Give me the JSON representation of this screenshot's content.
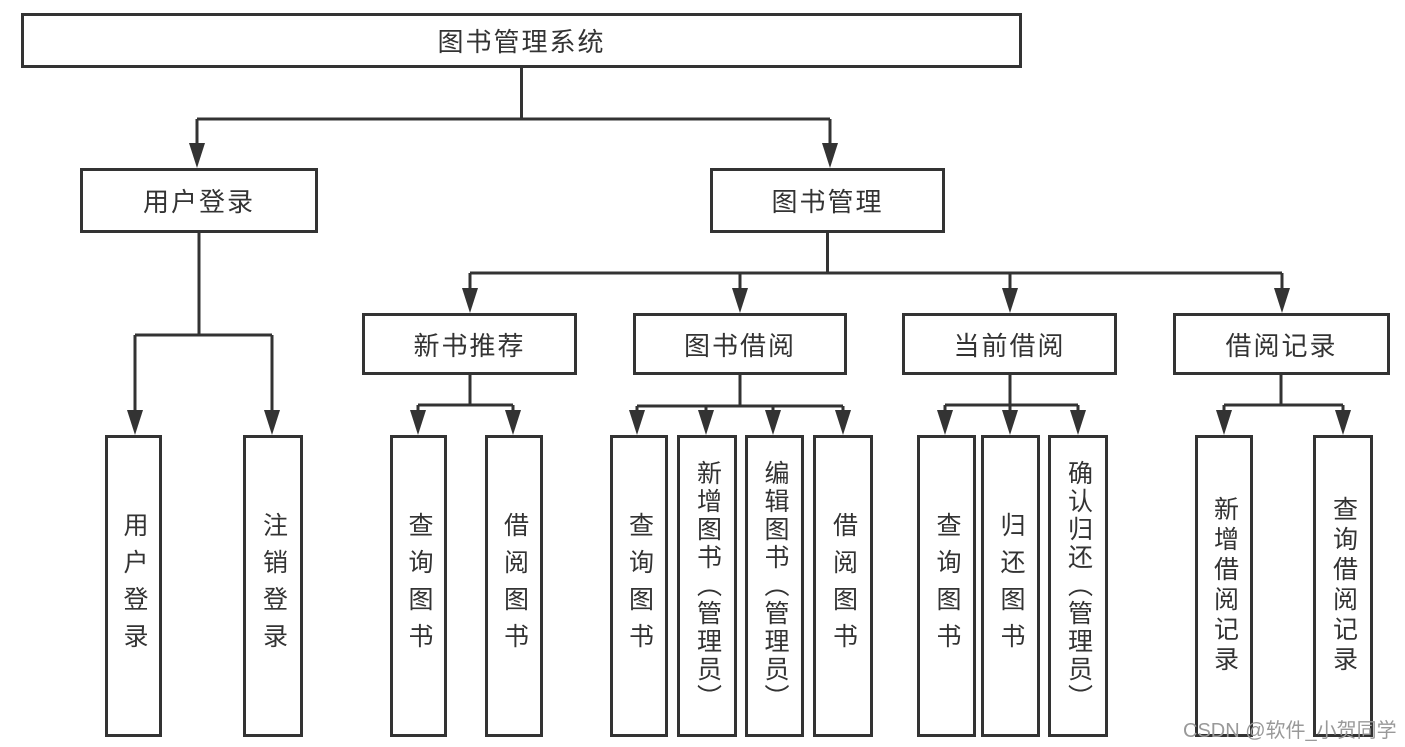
{
  "diagram": {
    "type": "tree",
    "colors": {
      "line": "#333333",
      "border": "#333333",
      "text": "#333333",
      "background": "#ffffff",
      "watermark": "#999999"
    },
    "nodes": {
      "root": {
        "label": "图书管理系统"
      },
      "level2": [
        {
          "label": "用户登录"
        },
        {
          "label": "图书管理"
        }
      ],
      "level3": [
        {
          "label": "新书推荐"
        },
        {
          "label": "图书借阅"
        },
        {
          "label": "当前借阅"
        },
        {
          "label": "借阅记录"
        }
      ],
      "leaves": [
        {
          "label": "用户登录"
        },
        {
          "label": "注销登录"
        },
        {
          "label": "查询图书"
        },
        {
          "label": "借阅图书"
        },
        {
          "label": "查询图书"
        },
        {
          "label": "新增图书（管理员）"
        },
        {
          "label": "编辑图书（管理员）"
        },
        {
          "label": "借阅图书"
        },
        {
          "label": "查询图书"
        },
        {
          "label": "归还图书"
        },
        {
          "label": "确认归还（管理员）"
        },
        {
          "label": "新增借阅记录"
        },
        {
          "label": "查询借阅记录"
        }
      ]
    },
    "hierarchy": {
      "图书管理系统": {
        "用户登录": [
          "用户登录",
          "注销登录"
        ],
        "图书管理": {
          "新书推荐": [
            "查询图书",
            "借阅图书"
          ],
          "图书借阅": [
            "查询图书",
            "新增图书（管理员）",
            "编辑图书（管理员）",
            "借阅图书"
          ],
          "当前借阅": [
            "查询图书",
            "归还图书",
            "确认归还（管理员）"
          ],
          "借阅记录": [
            "新增借阅记录",
            "查询借阅记录"
          ]
        }
      }
    },
    "watermark": "CSDN @软件_小贺同学"
  }
}
